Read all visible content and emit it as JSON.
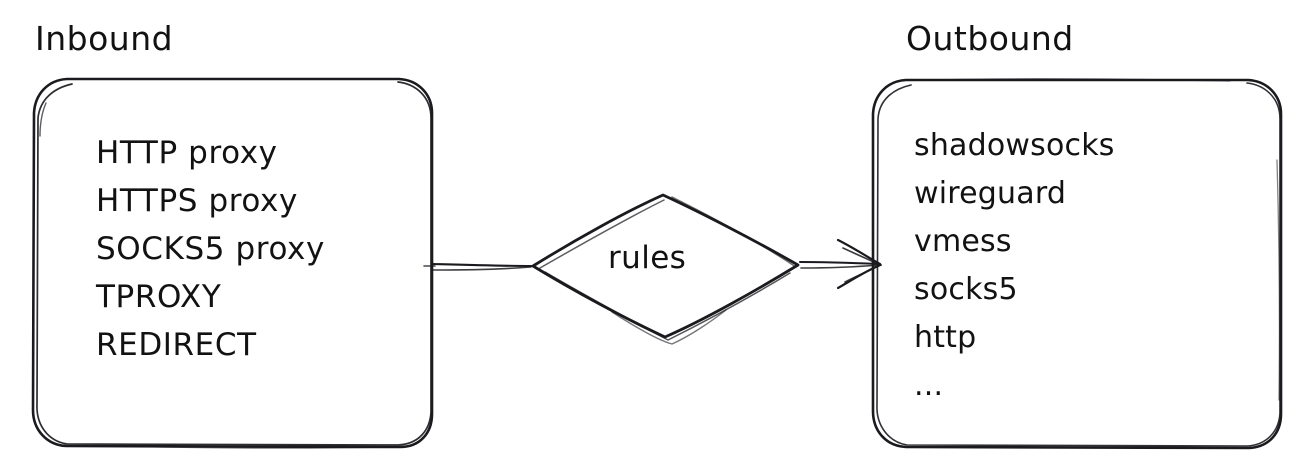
{
  "diagram": {
    "type": "flow-diagram",
    "style": "hand-drawn",
    "background_color": "#ffffff",
    "stroke_color": "#1b1b1f",
    "text_color": "#121212",
    "groups": [
      {
        "id": "inbound",
        "title": "Inbound",
        "items": [
          "HTTP proxy",
          "HTTPS proxy",
          "SOCKS5 proxy",
          "TPROXY",
          "REDIRECT"
        ]
      },
      {
        "id": "outbound",
        "title": "Outbound",
        "items": [
          "shadowsocks",
          "wireguard",
          "vmess",
          "socks5",
          "http",
          "..."
        ]
      }
    ],
    "node": {
      "id": "rules",
      "shape": "diamond",
      "label": "rules"
    },
    "connectors": [
      {
        "from": "inbound",
        "to": "rules",
        "arrowhead": false
      },
      {
        "from": "rules",
        "to": "outbound",
        "arrowhead": true
      }
    ]
  }
}
